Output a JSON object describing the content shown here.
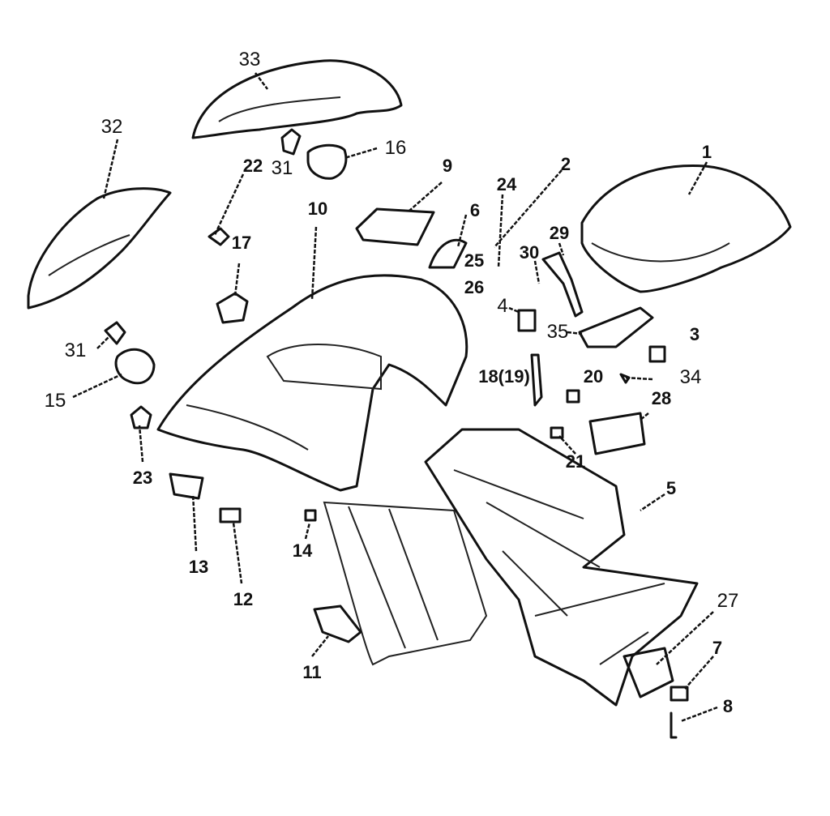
{
  "diagram": {
    "type": "exploded-parts-diagram",
    "callouts": [
      "33",
      "32",
      "22",
      "31",
      "16",
      "9",
      "24",
      "2",
      "1",
      "6",
      "25",
      "26",
      "30",
      "29",
      "10",
      "17",
      "4",
      "35",
      "3",
      "31",
      "15",
      "18(19)",
      "20",
      "34",
      "28",
      "23",
      "21",
      "5",
      "13",
      "12",
      "14",
      "27",
      "11",
      "7",
      "8"
    ]
  }
}
